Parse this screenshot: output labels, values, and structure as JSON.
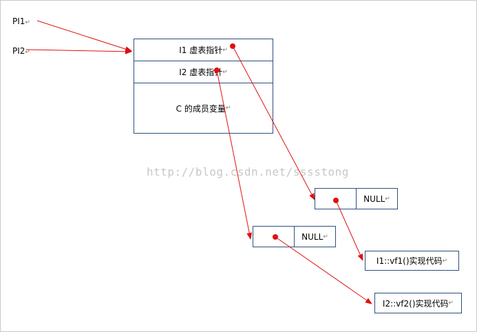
{
  "pointers": {
    "pi1": "PI1",
    "pi2": "PI2"
  },
  "object": {
    "row1": "I1 虚表指针",
    "row2": "I2 虚表指针",
    "row3": "C 的成员变量"
  },
  "vtable1": {
    "null_label": "NULL"
  },
  "vtable2": {
    "null_label": "NULL"
  },
  "impl": {
    "vf1": "I1::vf1()实现代码",
    "vf2": "I2::vf2()实现代码"
  },
  "return_mark": "↵",
  "watermark": "http://blog.csdn.net/sssstong",
  "colors": {
    "arrow": "#e01010",
    "box_border": "#2c4f7c"
  }
}
